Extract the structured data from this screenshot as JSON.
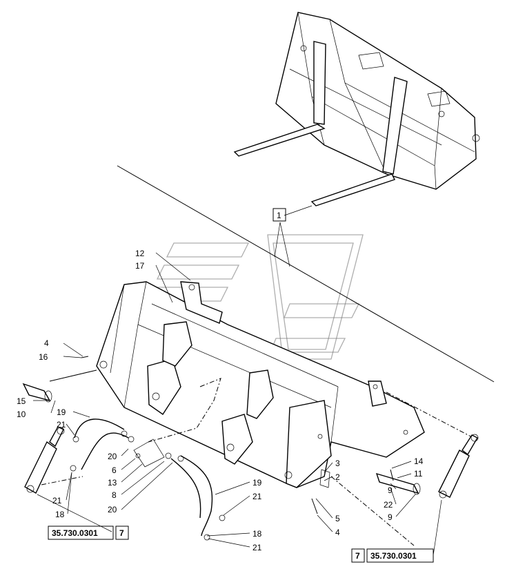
{
  "callouts": [
    {
      "id": "c1",
      "text": "1"
    },
    {
      "id": "c12",
      "text": "12"
    },
    {
      "id": "c17",
      "text": "17"
    },
    {
      "id": "c4a",
      "text": "4"
    },
    {
      "id": "c16",
      "text": "16"
    },
    {
      "id": "c15",
      "text": "15"
    },
    {
      "id": "c10",
      "text": "10"
    },
    {
      "id": "c19a",
      "text": "19"
    },
    {
      "id": "c21a",
      "text": "21"
    },
    {
      "id": "c20a",
      "text": "20"
    },
    {
      "id": "c6",
      "text": "6"
    },
    {
      "id": "c13",
      "text": "13"
    },
    {
      "id": "c8",
      "text": "8"
    },
    {
      "id": "c20b",
      "text": "20"
    },
    {
      "id": "c21b",
      "text": "21"
    },
    {
      "id": "c18a",
      "text": "18"
    },
    {
      "id": "c3",
      "text": "3"
    },
    {
      "id": "c2",
      "text": "2"
    },
    {
      "id": "c5",
      "text": "5"
    },
    {
      "id": "c4b",
      "text": "4"
    },
    {
      "id": "c19b",
      "text": "19"
    },
    {
      "id": "c21c",
      "text": "21"
    },
    {
      "id": "c18b",
      "text": "18"
    },
    {
      "id": "c21d",
      "text": "21"
    },
    {
      "id": "c14",
      "text": "14"
    },
    {
      "id": "c11",
      "text": "11"
    },
    {
      "id": "c9a",
      "text": "9"
    },
    {
      "id": "c22",
      "text": "22"
    },
    {
      "id": "c9b",
      "text": "9"
    }
  ],
  "references": {
    "left": {
      "code": "35.730.0301",
      "page": "7"
    },
    "right": {
      "code": "35.730.0301",
      "page": "7"
    }
  }
}
